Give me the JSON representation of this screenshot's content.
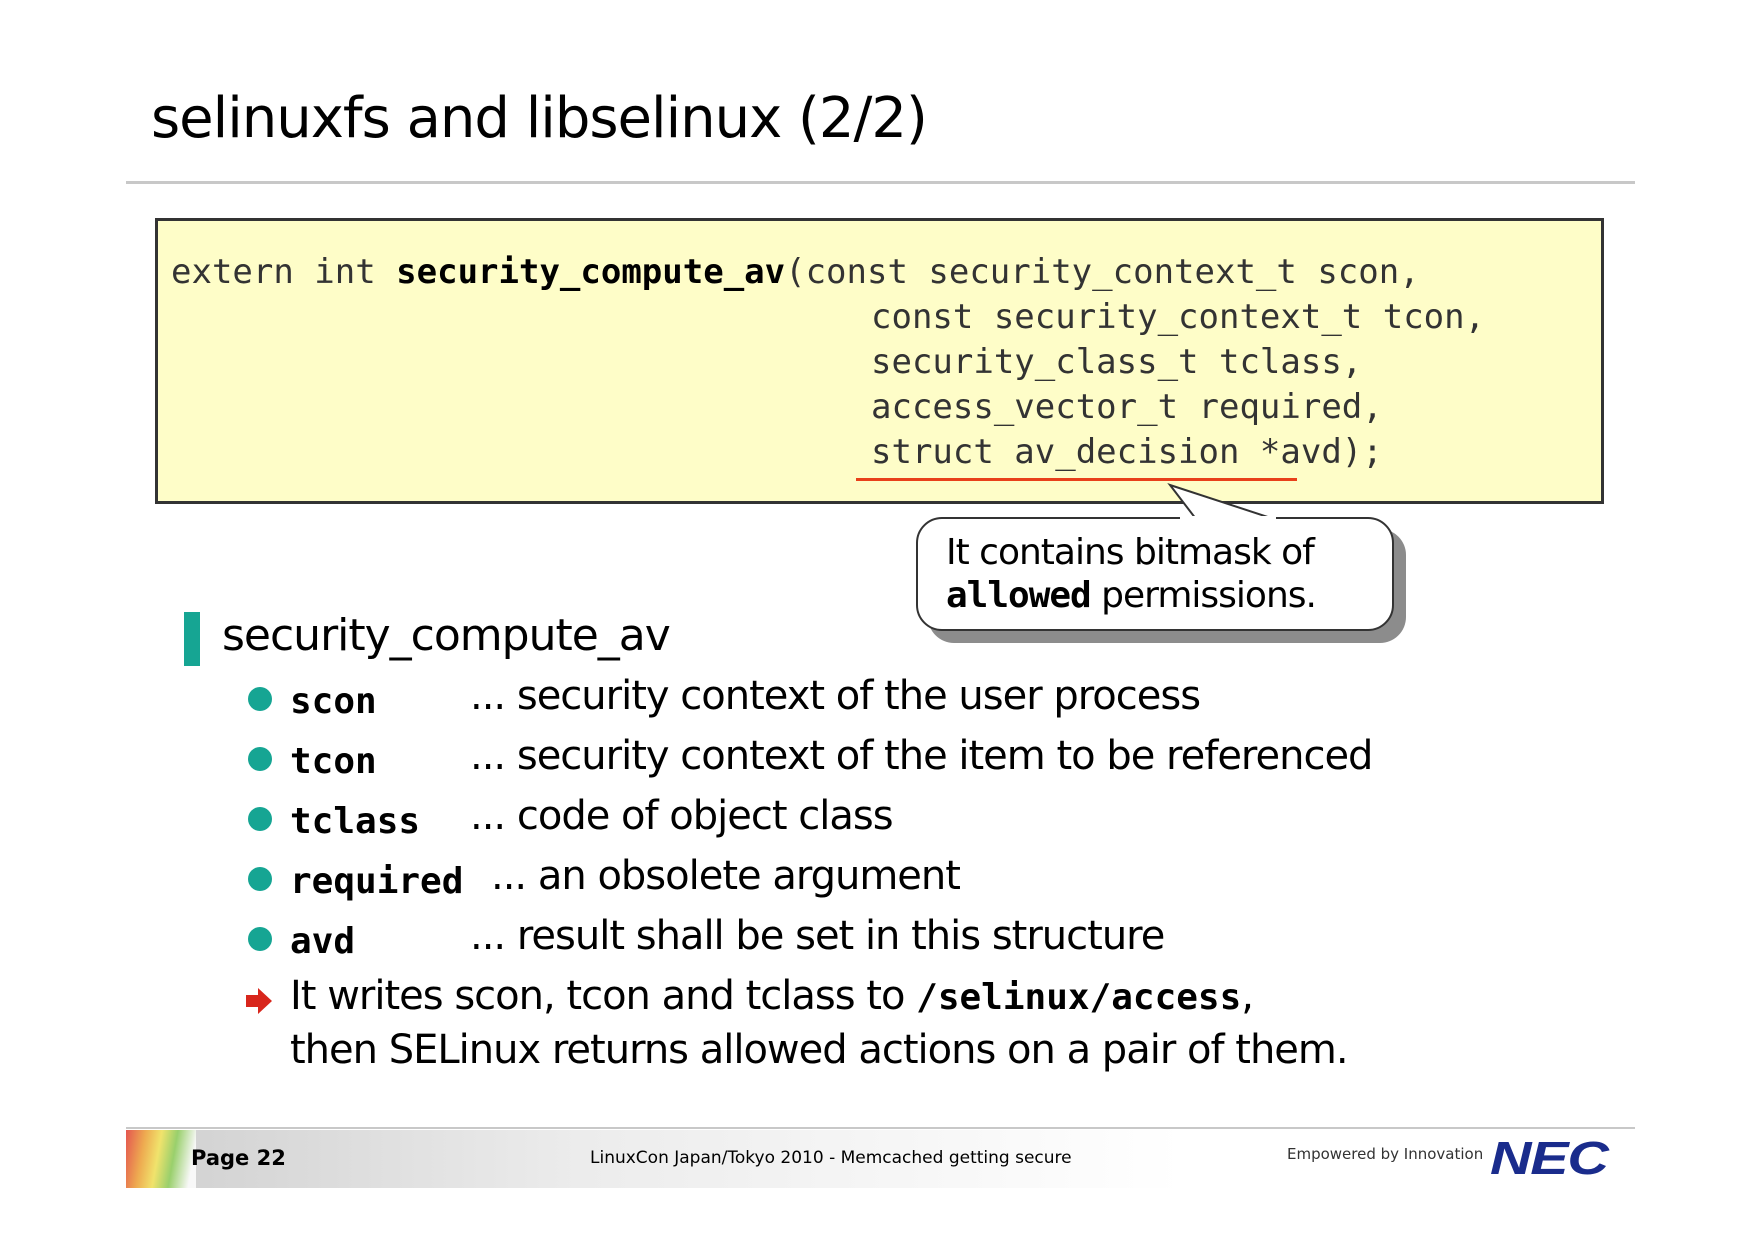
{
  "slide": {
    "title": "selinuxfs and libselinux (2/2)"
  },
  "code": {
    "line1_prefix": "extern int ",
    "line1_func": "security_compute_av",
    "line1_args": "(const security_context_t scon,",
    "line2": "const security_context_t tcon,",
    "line3": "security_class_t tclass,",
    "line4": "access_vector_t required,",
    "line5": "struct av_decision *avd);"
  },
  "callout": {
    "line1": "It contains bitmask of",
    "line2_mono": "allowed",
    "line2_rest": " permissions."
  },
  "section": {
    "heading": "security_compute_av",
    "params": [
      {
        "name": "scon",
        "desc": "... security context of the user process"
      },
      {
        "name": "tcon",
        "desc": "... security context of the item to be referenced"
      },
      {
        "name": "tclass",
        "desc": "... code of object class"
      },
      {
        "name": "required",
        "desc": "... an obsolete argument"
      },
      {
        "name": "avd",
        "desc": "... result shall be set in this structure"
      }
    ],
    "note_part1": "It writes scon, tcon and tclass to ",
    "note_path": "/selinux/access",
    "note_part2": ",",
    "note_line2": "then SELinux returns allowed actions on a pair of them."
  },
  "footer": {
    "page": "Page 22",
    "event": "LinuxCon Japan/Tokyo 2010 - Memcached getting secure",
    "tagline": "Empowered by Innovation",
    "logo": "NEC"
  },
  "colors": {
    "code_background": "#fefdc8",
    "accent_teal": "#16a593",
    "underline_red": "#e8401a",
    "arrow_red": "#d8261c",
    "logo_blue": "#1a2c8c"
  },
  "icons": {
    "bullet": "teal-dot-icon",
    "note": "red-arrow-icon"
  }
}
